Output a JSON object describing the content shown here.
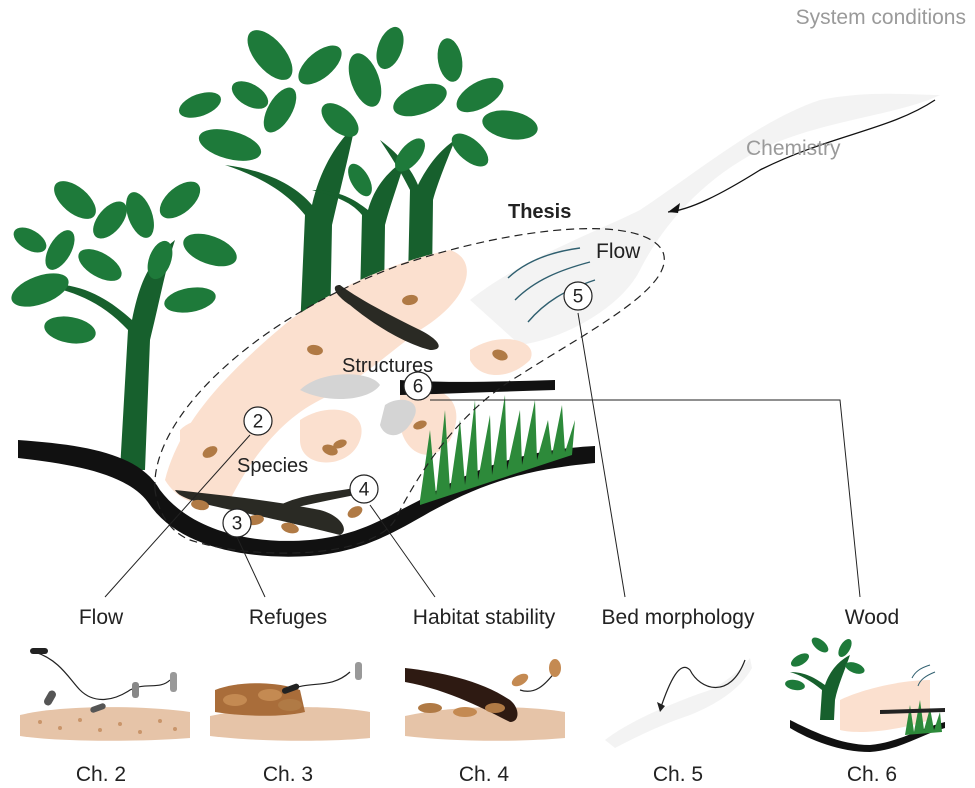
{
  "header": {
    "system_conditions": "System conditions"
  },
  "labels": {
    "chemistry": "Chemistry",
    "thesis": "Thesis",
    "flow": "Flow",
    "structures": "Structures",
    "species": "Species"
  },
  "markers": [
    "2",
    "3",
    "4",
    "5",
    "6"
  ],
  "topics": [
    "Flow",
    "Refuges",
    "Habitat stability",
    "Bed morphology",
    "Wood"
  ],
  "chapters": [
    "Ch. 2",
    "Ch. 3",
    "Ch. 4",
    "Ch. 5",
    "Ch. 6"
  ],
  "colors": {
    "tree_green": "#1e7a3a",
    "trunk_green": "#17602d",
    "grass_green": "#2d8a3a",
    "streambed": "#111111",
    "patch_peach": "#fbe0cf",
    "stone_grey": "#d4d4d4",
    "leaf_brown": "#b07a45",
    "sediment": "#c9956a",
    "chemistry_plume": "#f2f2f2",
    "flow_arrows": "#2f5f6f"
  }
}
